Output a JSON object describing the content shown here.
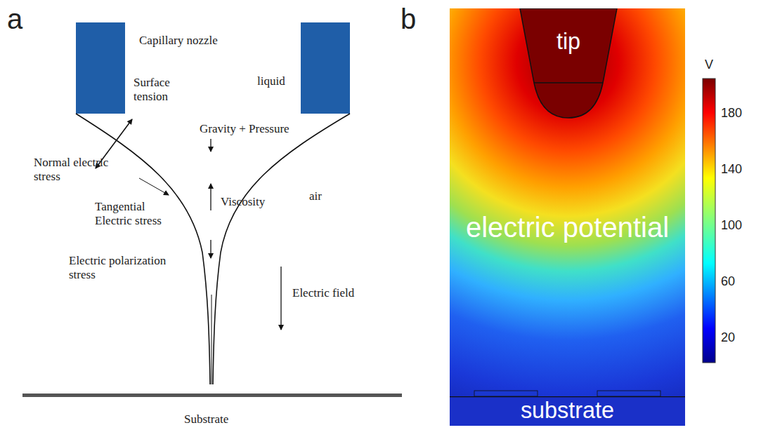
{
  "diagram": {
    "nodes": [
      {
        "text": [
          "tip"
        ]
      },
      {
        "text": [
          "substrate"
        ]
      }
    ],
    "labels": [
      "a",
      "b",
      "Capillary nozzle",
      "liquid",
      "Surface tension",
      "Gravity + Pressure",
      "Normal electric stress",
      "air",
      "Tangential Electric stress",
      "Viscosity",
      "Electric polarization stress",
      "Electric field",
      "Substrate",
      "electric potential",
      "V",
      "180",
      "140",
      "100",
      "60",
      "20"
    ]
  }
}
